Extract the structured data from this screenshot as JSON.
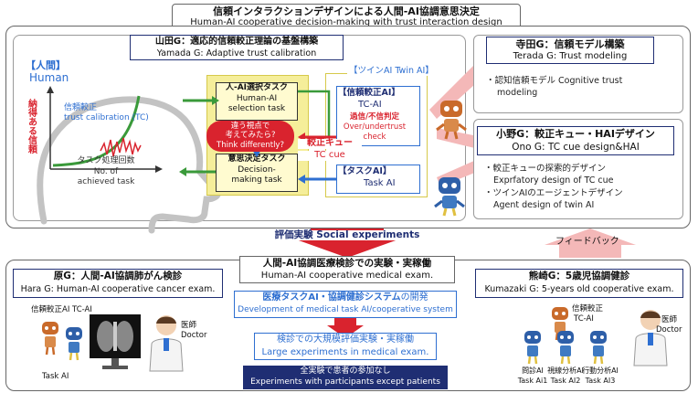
{
  "title": {
    "jp": "信頼インタラクションデザインによる人間-AI協調意思決定",
    "en": "Human-AI cooperative decision-making with trust interaction design"
  },
  "yamada": {
    "title_jp": "山田G：適応的信頼較正理論の基盤構築",
    "title_en": "Yamada G: Adaptive trust calibration"
  },
  "human": {
    "jp": "【人間】",
    "en": "Human"
  },
  "trust_axis": "納得ある信頼",
  "trust_calibration": {
    "jp": "信頼較正",
    "en": "trust calibration (TC)"
  },
  "task_count": {
    "jp": "タスク処理回数",
    "en1": "No. of",
    "en2": "achieved task"
  },
  "selection_task": {
    "jp": "人-AI選択タスク",
    "en1": "Human-AI",
    "en2": "selection task"
  },
  "decision_task": {
    "jp": "意思決定タスク",
    "en1": "Decision-",
    "en2": "making task"
  },
  "think_bubble": {
    "jp1": "違う視点で",
    "jp2": "考えてみたら?",
    "en": "Think differently?"
  },
  "twin_ai": "【ツインAI Twin AI】",
  "tc_ai": {
    "jp": "【信頼較正AI】",
    "en": "TC-AI"
  },
  "over_under": {
    "jp": "過信/不信判定",
    "en1": "Over/undertrust",
    "en2": "check"
  },
  "tc_cue": {
    "jp": "較正キュー",
    "en": "TC cue"
  },
  "task_ai": {
    "jp": "【タスクAI】",
    "en": "Task AI"
  },
  "terada": {
    "title_jp": "寺田G：信頼モデル構築",
    "title_en": "Terada G: Trust modeling",
    "bullet1": "・認知信頼モデル Cognitive trust",
    "bullet2": "modeling"
  },
  "ono": {
    "title_jp": "小野G：較正キュー・HAIデザイン",
    "title_en": "Ono G: TC cue design&HAI",
    "b1": "・較正キューの探索的デザイン",
    "b2": "Exprfatory design of TC cue",
    "b3": "・ツインAIのエージェントデザイン",
    "b4": "Agent design of twin AI"
  },
  "social": "評価実験 Social experiments",
  "feedback": "フィードバック",
  "medical": {
    "jp": "人間-AI協調医療検診での実験・実稼働",
    "en": "Human-AI cooperative medical exam."
  },
  "hara": {
    "title_jp": "原G：人間-AI協調肺がん検診",
    "title_en": "Hara G: Human-AI cooperative cancer exam."
  },
  "kumazaki": {
    "title_jp": "熊崎G：5歳児協調健診",
    "title_en": "Kumazaki G: 5-years old cooperative exam."
  },
  "dev": {
    "jp_a": "医療タスクAI・協調健診システム",
    "jp_b": "の開発",
    "en": "Development of medical task AI/cooperative system"
  },
  "large": {
    "jp": "検診での大規模評価実験・実稼働",
    "en": "Large experiments in medical exam."
  },
  "patients": {
    "jp": "全実験で患者の参加なし",
    "en": "Experiments with participants except patients"
  },
  "hara_labels": {
    "tcai": "信頼較正AI TC-AI",
    "taskai": "Task AI",
    "doctor_jp": "医師",
    "doctor_en": "Doctor"
  },
  "kuma_labels": {
    "tcai1": "信頼較正",
    "tcai2": "TC-AI",
    "doctor_jp": "医師",
    "doctor_en": "Doctor",
    "ai1": "問診AI",
    "ai2": "視線分析AI",
    "ai3": "行動分析AI",
    "t1": "Task Ai1",
    "t2": "Task AI2",
    "t3": "Task AI3"
  },
  "colors": {
    "navy": "#1f2e73",
    "blue": "#2e6fd1",
    "red": "#d9232e",
    "yellow": "#f5ee9a",
    "green": "#3a9a3a",
    "panel": "#d9d9d9"
  }
}
